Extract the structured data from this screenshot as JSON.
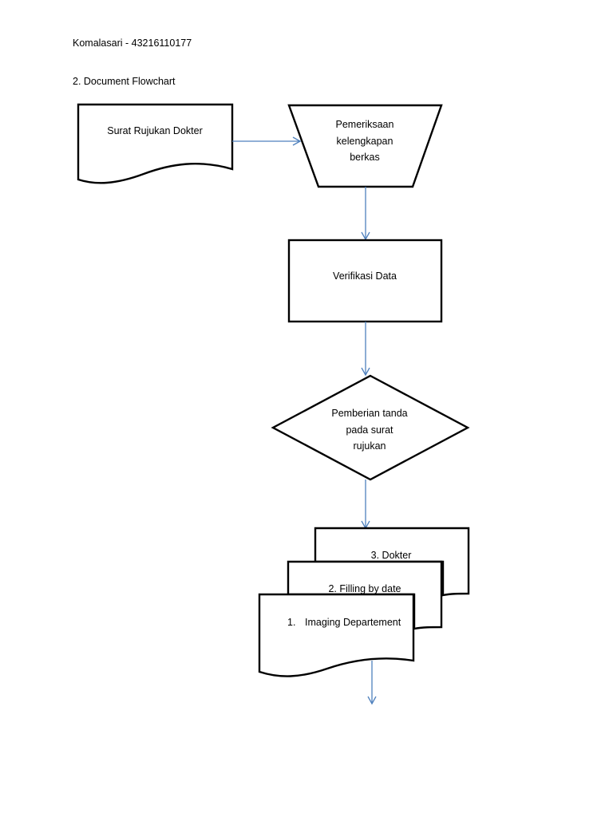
{
  "header": {
    "author": "Komalasari - 43216110177",
    "section_title": "2. Document Flowchart"
  },
  "flowchart": {
    "nodes": [
      {
        "id": "surat-rujukan",
        "shape": "document",
        "lines": [
          "Surat Rujukan Dokter"
        ]
      },
      {
        "id": "pemeriksaan",
        "shape": "manual-operation",
        "lines": [
          "Pemeriksaan",
          "kelengkapan",
          "berkas"
        ]
      },
      {
        "id": "verifikasi",
        "shape": "process",
        "lines": [
          "Verifikasi Data"
        ]
      },
      {
        "id": "pemberian-tanda",
        "shape": "decision",
        "lines": [
          "Pemberian tanda",
          "pada surat",
          "rujukan"
        ]
      },
      {
        "id": "copies",
        "shape": "multi-document",
        "pages": [
          {
            "label": "3. Dokter"
          },
          {
            "label": "2. Filling by date"
          },
          {
            "number": "1.",
            "label": "Imaging Departement"
          }
        ]
      }
    ],
    "edges": [
      {
        "from": "surat-rujukan",
        "to": "pemeriksaan"
      },
      {
        "from": "pemeriksaan",
        "to": "verifikasi"
      },
      {
        "from": "verifikasi",
        "to": "pemberian-tanda"
      },
      {
        "from": "pemberian-tanda",
        "to": "copies"
      },
      {
        "from": "copies",
        "to": ""
      }
    ],
    "colors": {
      "arrow": "#4f81bd",
      "shape_stroke": "#000000",
      "shape_fill": "#ffffff"
    }
  }
}
